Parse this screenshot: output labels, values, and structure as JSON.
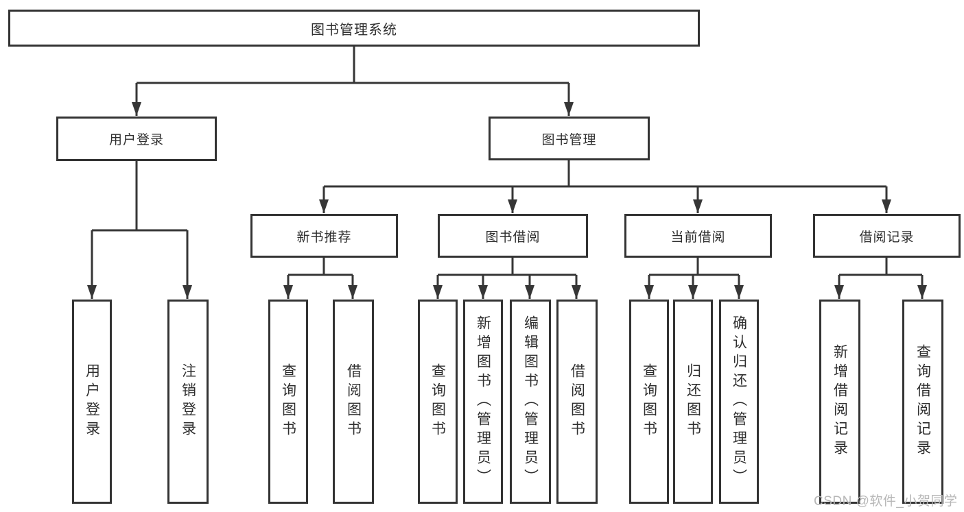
{
  "diagram": {
    "root": {
      "label": "图书管理系统"
    },
    "branches": [
      {
        "label": "用户登录",
        "leaves": [
          {
            "label": "用户登录"
          },
          {
            "label": "注销登录"
          }
        ]
      },
      {
        "label": "图书管理",
        "groups": [
          {
            "label": "新书推荐",
            "leaves": [
              {
                "label": "查询图书"
              },
              {
                "label": "借阅图书"
              }
            ]
          },
          {
            "label": "图书借阅",
            "leaves": [
              {
                "label": "查询图书"
              },
              {
                "label": "新增图书（管理员）"
              },
              {
                "label": "编辑图书（管理员）"
              },
              {
                "label": "借阅图书"
              }
            ]
          },
          {
            "label": "当前借阅",
            "leaves": [
              {
                "label": "查询图书"
              },
              {
                "label": "归还图书"
              },
              {
                "label": "确认归还（管理员）"
              }
            ]
          },
          {
            "label": "借阅记录",
            "leaves": [
              {
                "label": "新增借阅记录"
              },
              {
                "label": "查询借阅记录"
              }
            ]
          }
        ]
      }
    ]
  },
  "colors": {
    "line": "#363636",
    "box_border": "#333333",
    "text": "#2f2f2f",
    "watermark": "#b7b7b7",
    "background": "#ffffff"
  },
  "watermark": {
    "text": "CSDN @软件_小贺同学"
  }
}
